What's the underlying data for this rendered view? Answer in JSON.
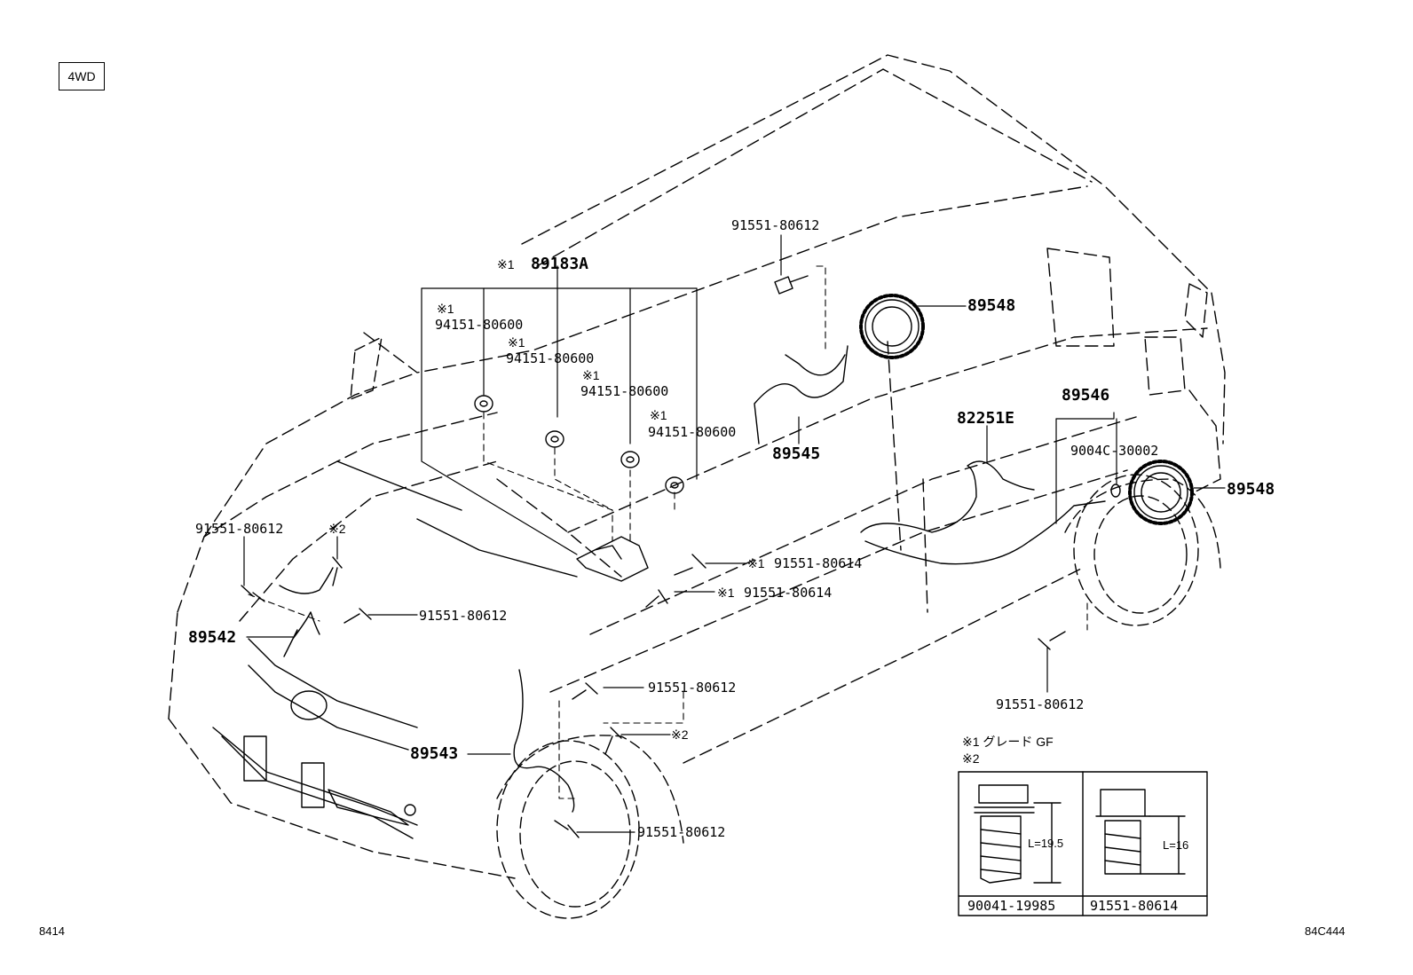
{
  "drive_tag": "4WD",
  "page_code_left": "8414",
  "page_code_right": "84C444",
  "callouts": {
    "p89183A_mark": "※1",
    "p89183A": "89183A",
    "nut1_mark": "※1",
    "nut1": "94151-80600",
    "nut2_mark": "※1",
    "nut2": "94151-80600",
    "nut3_mark": "※1",
    "nut3": "94151-80600",
    "nut4_mark": "※1",
    "nut4": "94151-80600",
    "bolt_top": "91551-80612",
    "p89548_top": "89548",
    "p89545": "89545",
    "p82251E": "82251E",
    "p89546": "89546",
    "p9004C": "9004C-30002",
    "p89548_right": "89548",
    "bolt_614_a_mark": "※1",
    "bolt_614_a": "91551-80614",
    "bolt_614_b_mark": "※1",
    "bolt_614_b": "91551-80614",
    "bolt_left": "91551-80612",
    "mark2_left": "※2",
    "bolt_mid_left": "91551-80612",
    "p89542": "89542",
    "bolt_front_mid": "91551-80612",
    "mark2_front": "※2",
    "p89543": "89543",
    "bolt_front_low": "91551-80612",
    "bolt_rear_low": "91551-80612"
  },
  "legend": {
    "note1": "※1 グレード GF",
    "note2": "※2",
    "dim_left": "L=19.5",
    "dim_right": "L=16",
    "part_left": "90041-19985",
    "part_right": "91551-80614"
  }
}
